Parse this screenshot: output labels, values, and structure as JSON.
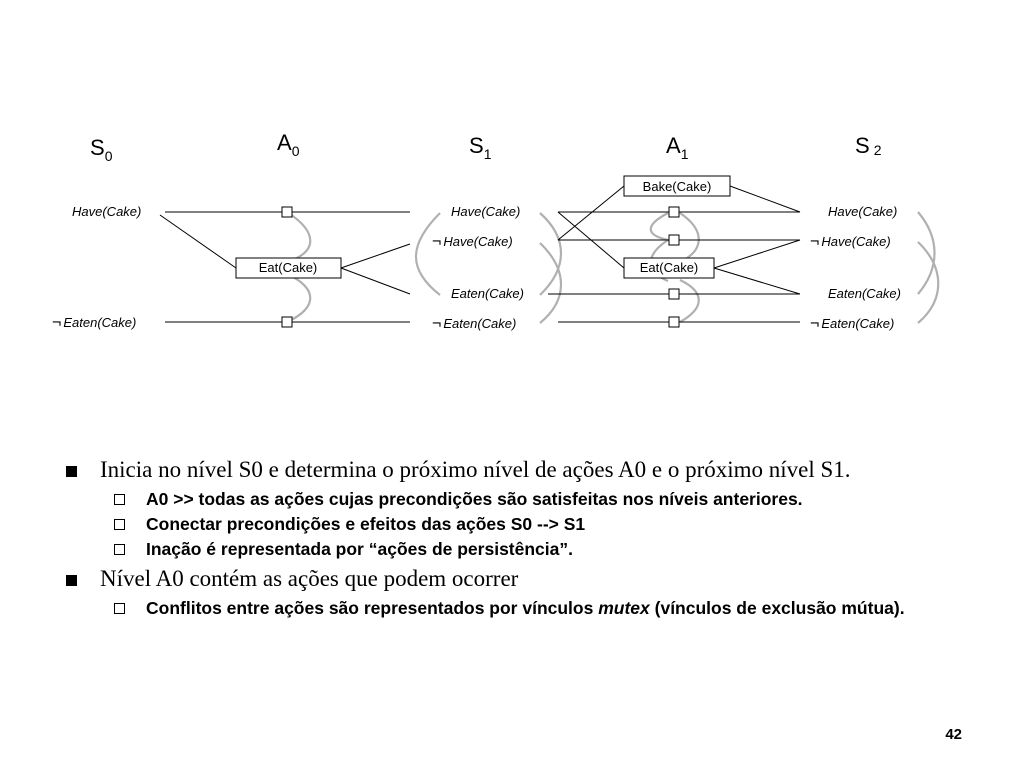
{
  "diagram": {
    "levels": [
      {
        "main": "S",
        "sub": "0"
      },
      {
        "main": "A",
        "sub": "0"
      },
      {
        "main": "S",
        "sub": "1"
      },
      {
        "main": "A",
        "sub": "1"
      },
      {
        "main": "S",
        "sub": "2"
      }
    ],
    "s0": {
      "have": "Have(Cake)",
      "not_eaten": "Eaten(Cake)"
    },
    "a0": {
      "eat": "Eat(Cake)"
    },
    "s1": {
      "have": "Have(Cake)",
      "not_have": "Have(Cake)",
      "eaten": "Eaten(Cake)",
      "not_eaten": "Eaten(Cake)"
    },
    "a1": {
      "bake": "Bake(Cake)",
      "eat": "Eat(Cake)"
    },
    "s2": {
      "have": "Have(Cake)",
      "not_have": "Have(Cake)",
      "eaten": "Eaten(Cake)",
      "not_eaten": "Eaten(Cake)"
    },
    "negation_symbol": "¬"
  },
  "bullets": [
    {
      "text": "Inicia no nível S0 e determina o próximo nível de ações A0 e o próximo nível S1.",
      "sub": [
        "A0 >> todas as ações cujas precondições são satisfeitas nos níveis anteriores.",
        "Conectar precondições e efeitos das ações S0 --> S1",
        "Inação é representada por “ações de persistência”."
      ]
    },
    {
      "text": "Nível A0 contém as ações que podem ocorrer",
      "sub_rich": {
        "before": "Conflitos entre ações são representados por vínculos ",
        "emph": "mutex",
        "after": " (vínculos de exclusão mútua)."
      }
    }
  ],
  "page_number": "42"
}
